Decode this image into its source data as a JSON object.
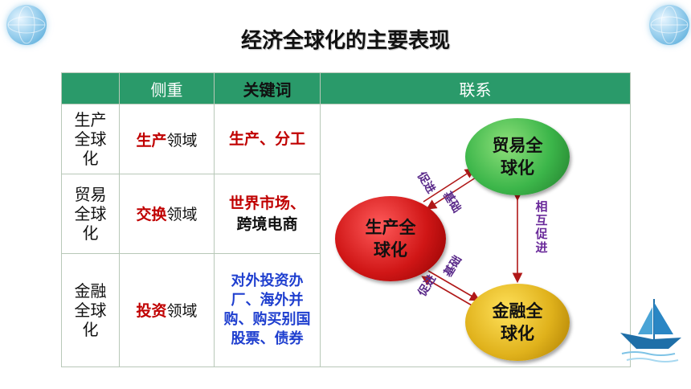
{
  "title": "经济全球化的主要表现",
  "table": {
    "headers": [
      "",
      "侧重",
      "关键词",
      "联系"
    ],
    "rows": [
      {
        "label": "生产全球化",
        "focus_emph": "生产",
        "focus_rest": "领域",
        "keywords": "生产、分工"
      },
      {
        "label": "贸易全球化",
        "focus_emph": "交换",
        "focus_rest": "领域",
        "keywords_line1": "世界市场、",
        "keywords_line2": "跨境电商"
      },
      {
        "label": "金融全球化",
        "focus_emph": "投资",
        "focus_rest": "领域",
        "keywords": "对外投资办厂、海外并购、购买别国股票、债券"
      }
    ]
  },
  "diagram": {
    "nodes": {
      "trade": "贸易全球化",
      "production": "生产全球化",
      "finance": "金融全球化"
    },
    "labels": {
      "promote_left_top": "促进",
      "basis_top": "基础",
      "mutual": "相互促进",
      "basis_bottom": "基础",
      "promote_left_bottom": "促进"
    },
    "colors": {
      "trade": "#2fa83c",
      "production": "#cc1111",
      "finance": "#e0b21c",
      "arrow": "#b01818"
    }
  }
}
